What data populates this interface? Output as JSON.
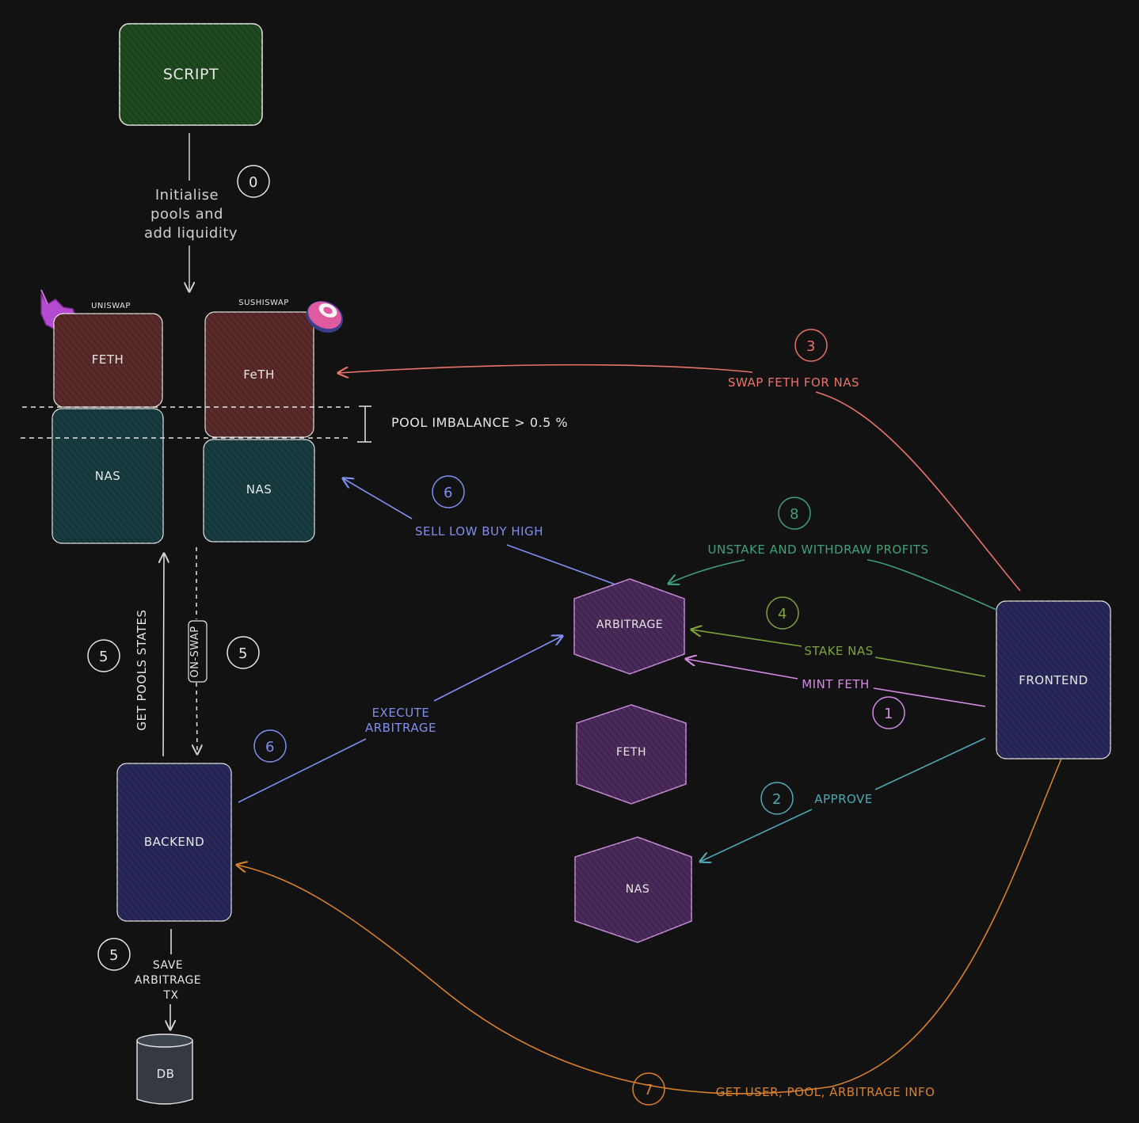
{
  "colors": {
    "background": "#121213",
    "white": "#e6e6e6",
    "script_fill": "#1f4a1f",
    "pool_feth_fill": "#5a2a2a",
    "pool_nas_fill": "#173c40",
    "service_fill": "#28295a",
    "contract_fill": "#4a2a5a",
    "db_fill": "#343a40",
    "red": "#e8736b",
    "blue": "#7f8ff0",
    "teal_green": "#3fa07a",
    "olive_green": "#7ea33a",
    "violet": "#d58ae6",
    "cyan": "#4fa9b3",
    "orange": "#d9812b"
  },
  "nodes": {
    "script": "SCRIPT",
    "uniswap_label": "UNISWAP",
    "sushiswap_label": "SUSHISWAP",
    "uniswap_feth": "FETH",
    "uniswap_nas": "NAS",
    "sushiswap_feth": "FeTH",
    "sushiswap_nas": "NAS",
    "arbitrage": "ARBITRAGE",
    "feth": "FETH",
    "nas": "NAS",
    "frontend": "FRONTEND",
    "backend": "BACKEND",
    "db": "DB"
  },
  "steps": {
    "s0": "0",
    "s1": "1",
    "s2": "2",
    "s3": "3",
    "s4": "4",
    "s5a": "5",
    "s5b": "5",
    "s5c": "5",
    "s6a": "6",
    "s6b": "6",
    "s7": "7",
    "s8": "8"
  },
  "labels": {
    "initialise_1": "Initialise",
    "initialise_2": "pools and",
    "initialise_3": "add liquidity",
    "pool_imbalance": "POOL IMBALANCE > 0.5 %",
    "swap_feth_for_nas": "SWAP FETH FOR NAS",
    "sell_low_buy_high": "SELL LOW BUY HIGH",
    "unstake_withdraw": "UNSTAKE AND WITHDRAW PROFITS",
    "stake_nas": "STAKE NAS",
    "mint_feth": "MINT FETH",
    "approve": "APPROVE",
    "execute_1": "EXECUTE",
    "execute_2": "ARBITRAGE",
    "get_pools_states": "GET POOLS STATES",
    "on_swap": "ON-SWAP",
    "save_1": "SAVE",
    "save_2": "ARBITRAGE",
    "save_3": "TX",
    "get_user_info": "GET USER, POOL, ARBITRAGE INFO"
  },
  "icons": [
    "uniswap-unicorn-icon",
    "sushiswap-logo-icon"
  ]
}
